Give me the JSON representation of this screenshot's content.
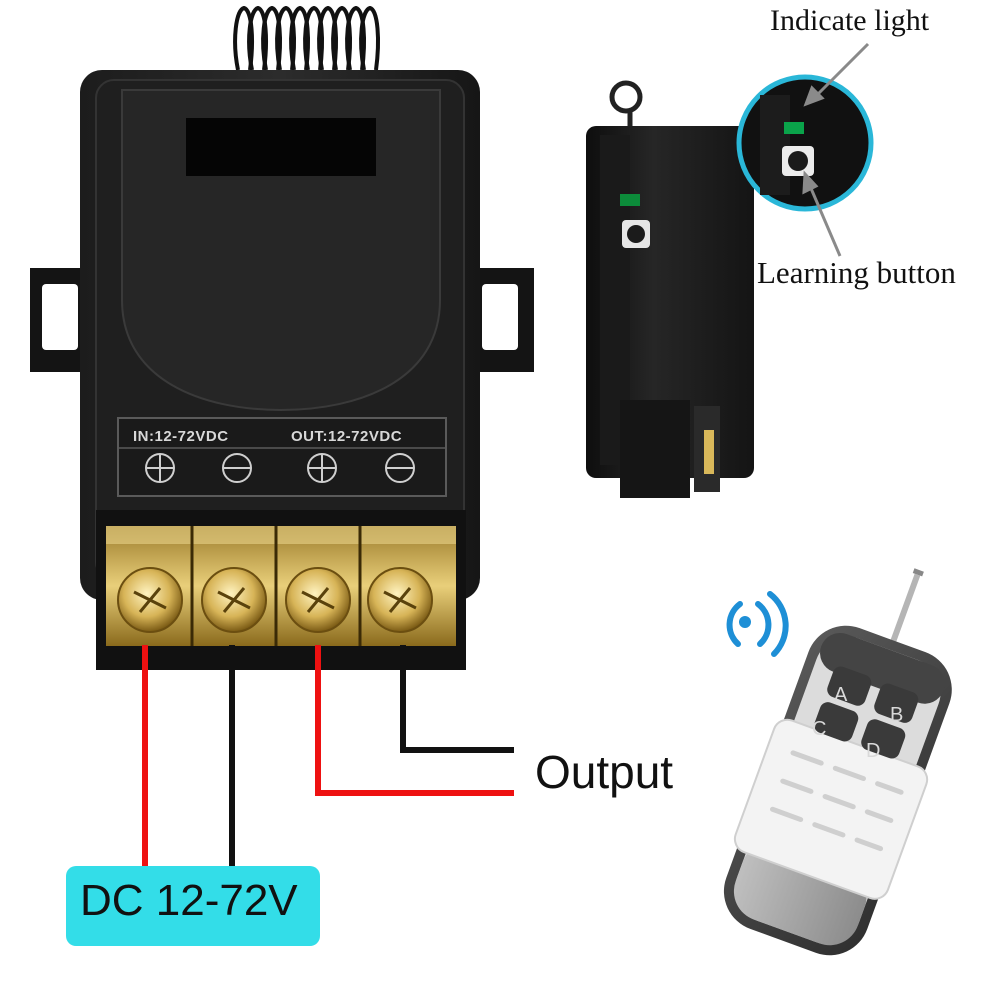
{
  "callouts": {
    "indicate_light": "Indicate light",
    "learning_button": "Learning button"
  },
  "module": {
    "input_label": "IN:12-72VDC",
    "output_label": "OUT:12-72VDC"
  },
  "wiring": {
    "output_label": "Output",
    "power_label": "DC 12-72V",
    "power_badge_color": "#33dde8",
    "positive_wire_color": "#ee1111",
    "negative_wire_color": "#111111"
  },
  "remote": {
    "keys": [
      "A",
      "B",
      "C",
      "D"
    ]
  },
  "icons": {
    "wireless": "wireless-signal-icon",
    "terminal_plus": "plus-terminal-icon",
    "terminal_minus": "minus-terminal-icon"
  }
}
